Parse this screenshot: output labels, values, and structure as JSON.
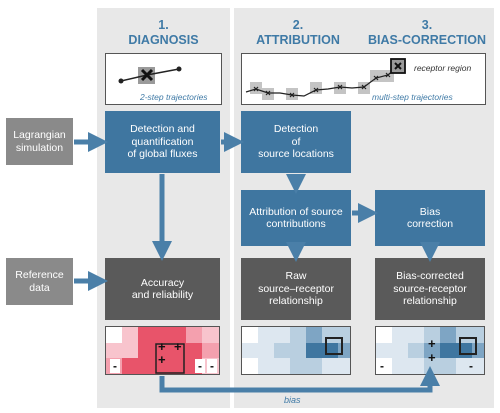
{
  "stages": [
    {
      "number": "1.",
      "name": "DIAGNOSIS"
    },
    {
      "number": "2.",
      "name": "ATTRIBUTION"
    },
    {
      "number": "3.",
      "name": "BIAS-CORRECTION"
    }
  ],
  "captions": {
    "two_step": "2-step trajectories",
    "multi_step": "multi-step trajectories",
    "receptor_region": "receptor region",
    "bias": "bias"
  },
  "inputs": {
    "lagrangian": "Lagrangian\nsimulation",
    "reference": "Reference\ndata"
  },
  "boxes": {
    "detection_global": "Detection and\nquantification\nof global fluxes",
    "detection_source": "Detection\nof\nsource locations",
    "attribution": "Attribution of source\ncontributions",
    "bias_correction": "Bias\ncorrection",
    "accuracy": "Accuracy\nand reliability",
    "raw": "Raw\nsource–receptor\nrelationship",
    "bias_corrected": "Bias-corrected\nsource-receptor\nrelationship"
  },
  "grid_signs": {
    "diag_plus": "+",
    "diag_minus": "-",
    "bc_plus": "+",
    "bc_minus": "-"
  },
  "colors": {
    "panel": "#e8e8e8",
    "stage_title": "#3f7aa6",
    "process_box": "#3f76a0",
    "output_box": "#5a5a5a",
    "input_box": "#8a8a8a",
    "arrow": "#4a7fa8",
    "diag_red": "#e8546a",
    "diag_pink": "#f4a0ae",
    "attr_blue": "#3f76a0",
    "attr_light": "#b9cfe0"
  }
}
